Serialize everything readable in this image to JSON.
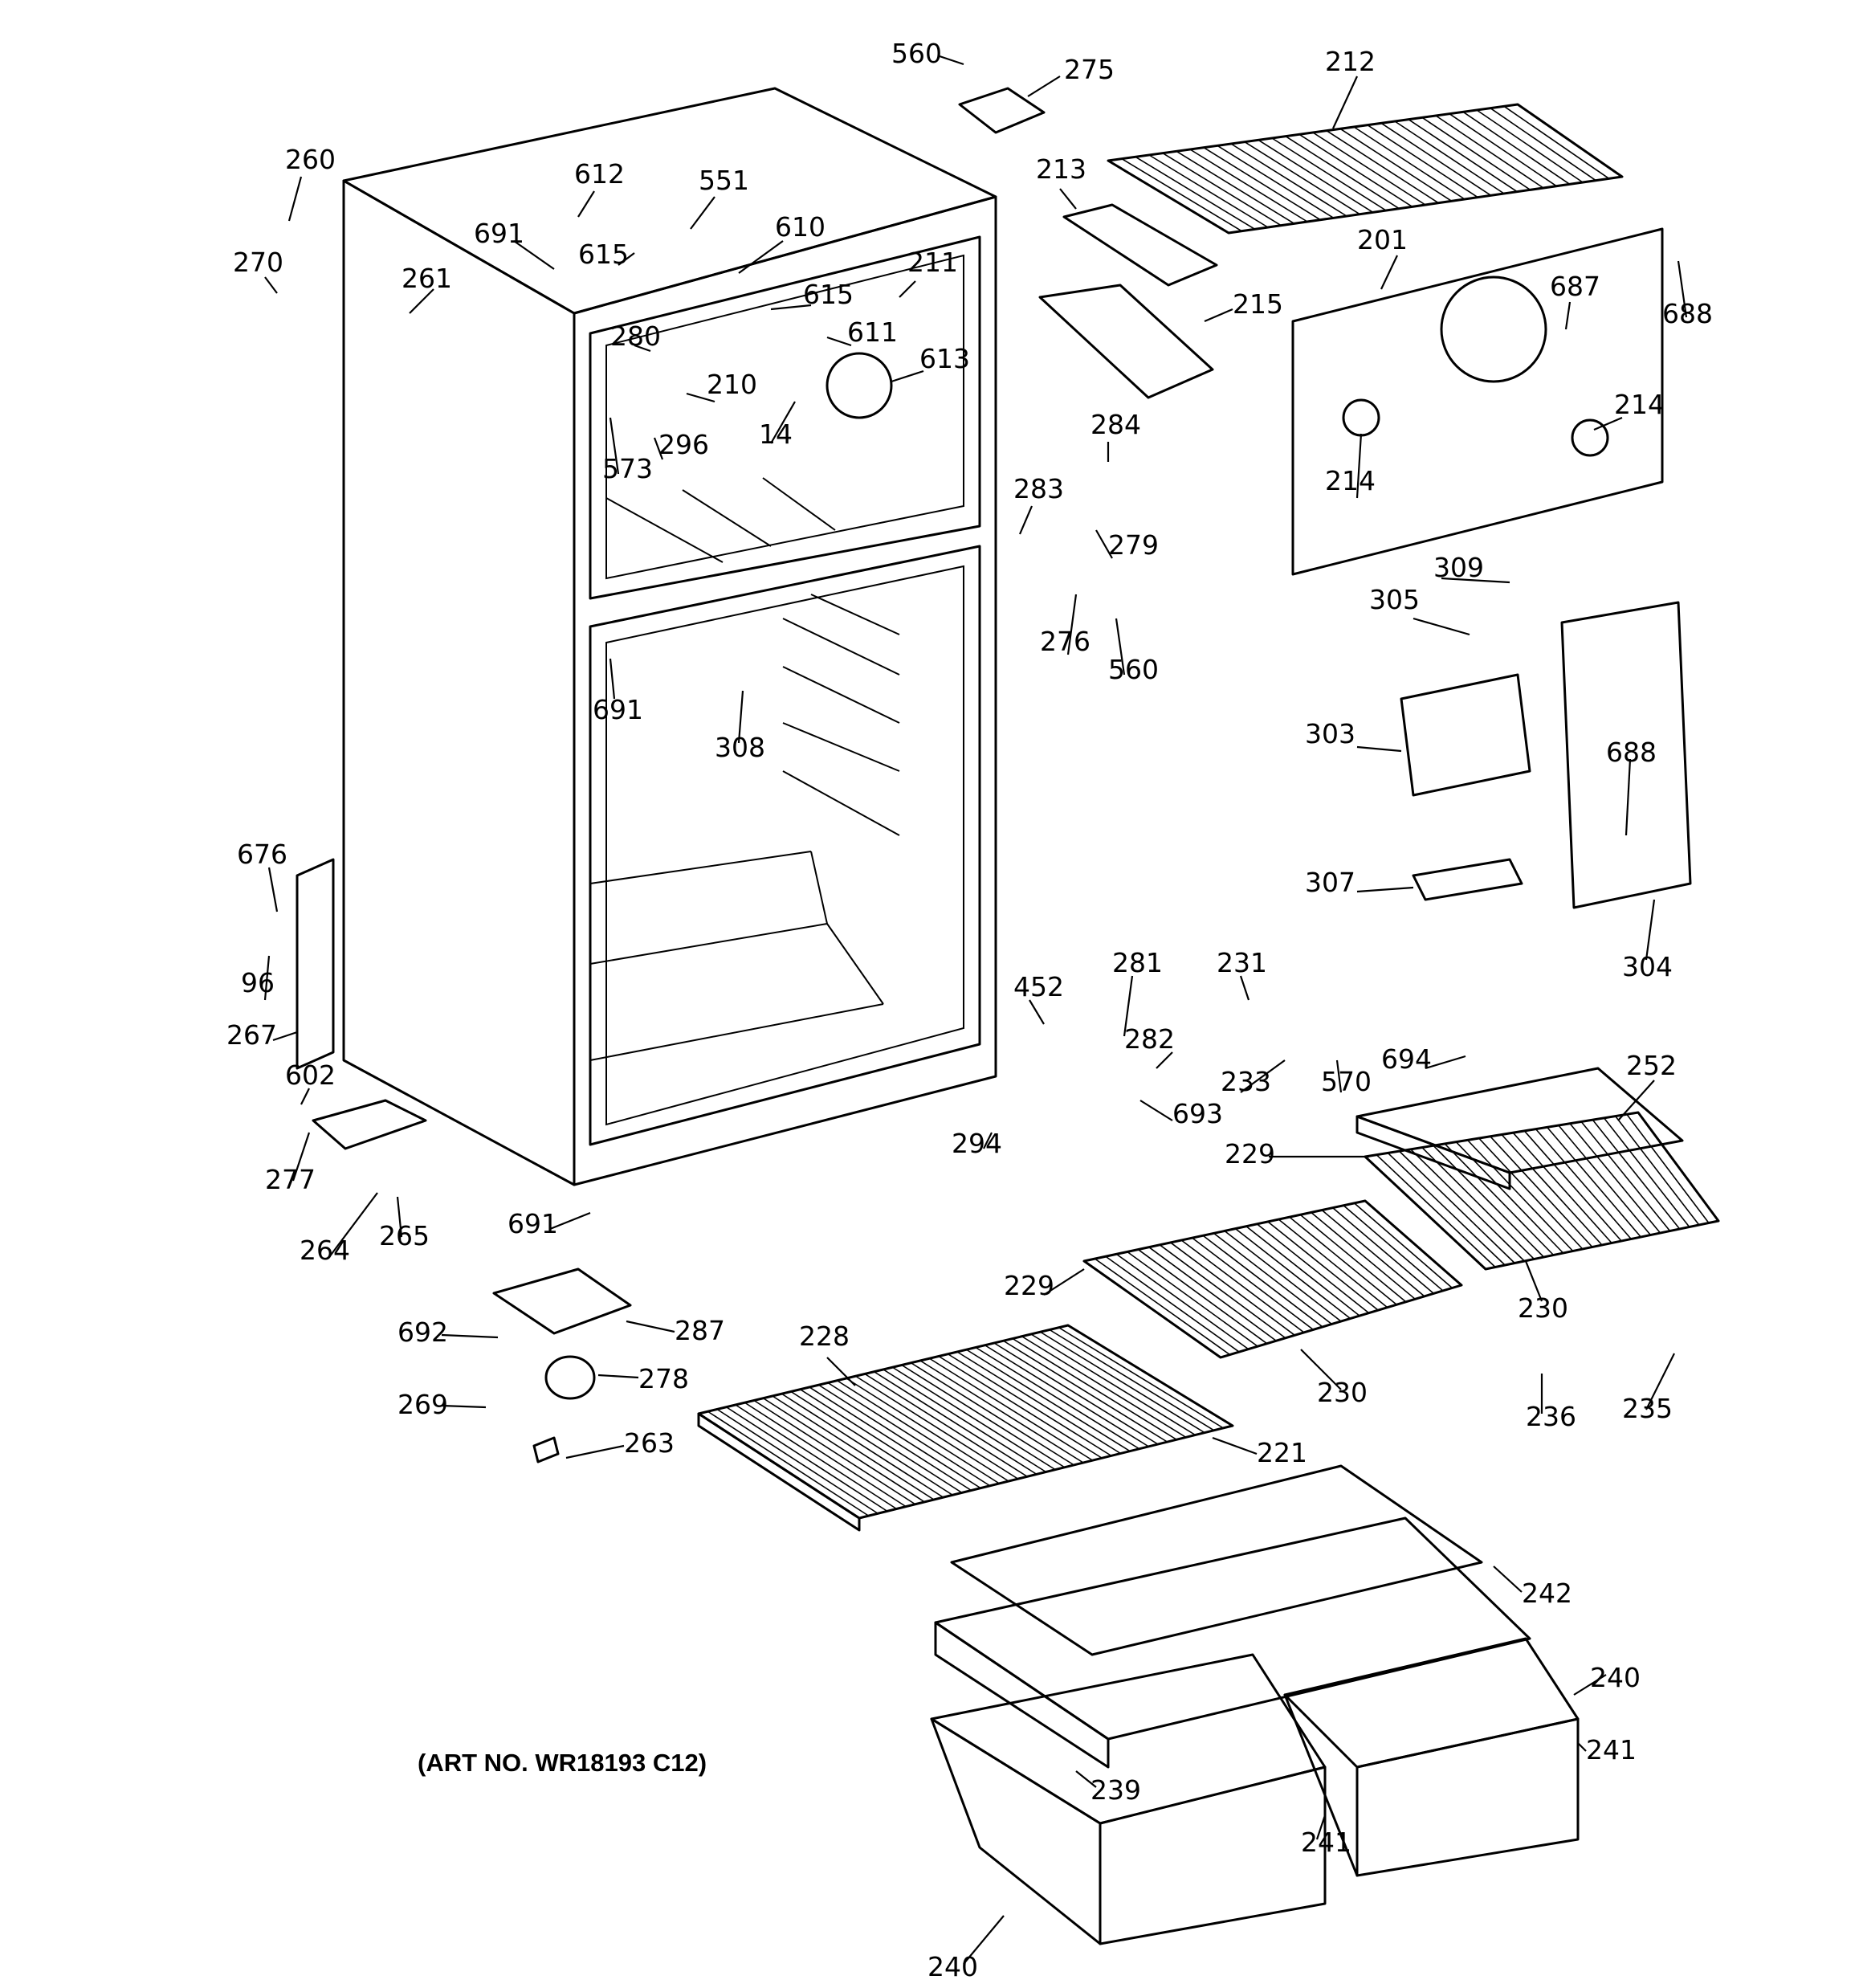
{
  "diagram": {
    "art_number": "(ART NO. WR18193 C12)",
    "labels": [
      "560",
      "275",
      "212",
      "260",
      "612",
      "551",
      "213",
      "691",
      "610",
      "270",
      "615",
      "261",
      "211",
      "615",
      "215",
      "201",
      "687",
      "688",
      "280",
      "611",
      "613",
      "210",
      "284",
      "214",
      "573",
      "296",
      "14",
      "214",
      "283",
      "279",
      "309",
      "305",
      "276",
      "560",
      "691",
      "303",
      "308",
      "688",
      "307",
      "676",
      "304",
      "96",
      "452",
      "281",
      "231",
      "282",
      "267",
      "694",
      "252",
      "602",
      "233",
      "570",
      "693",
      "294",
      "229",
      "277",
      "229",
      "230",
      "691",
      "264",
      "265",
      "692",
      "287",
      "230",
      "228",
      "278",
      "236",
      "235",
      "269",
      "263",
      "221",
      "242",
      "240",
      "241",
      "239",
      "241",
      "240"
    ]
  }
}
